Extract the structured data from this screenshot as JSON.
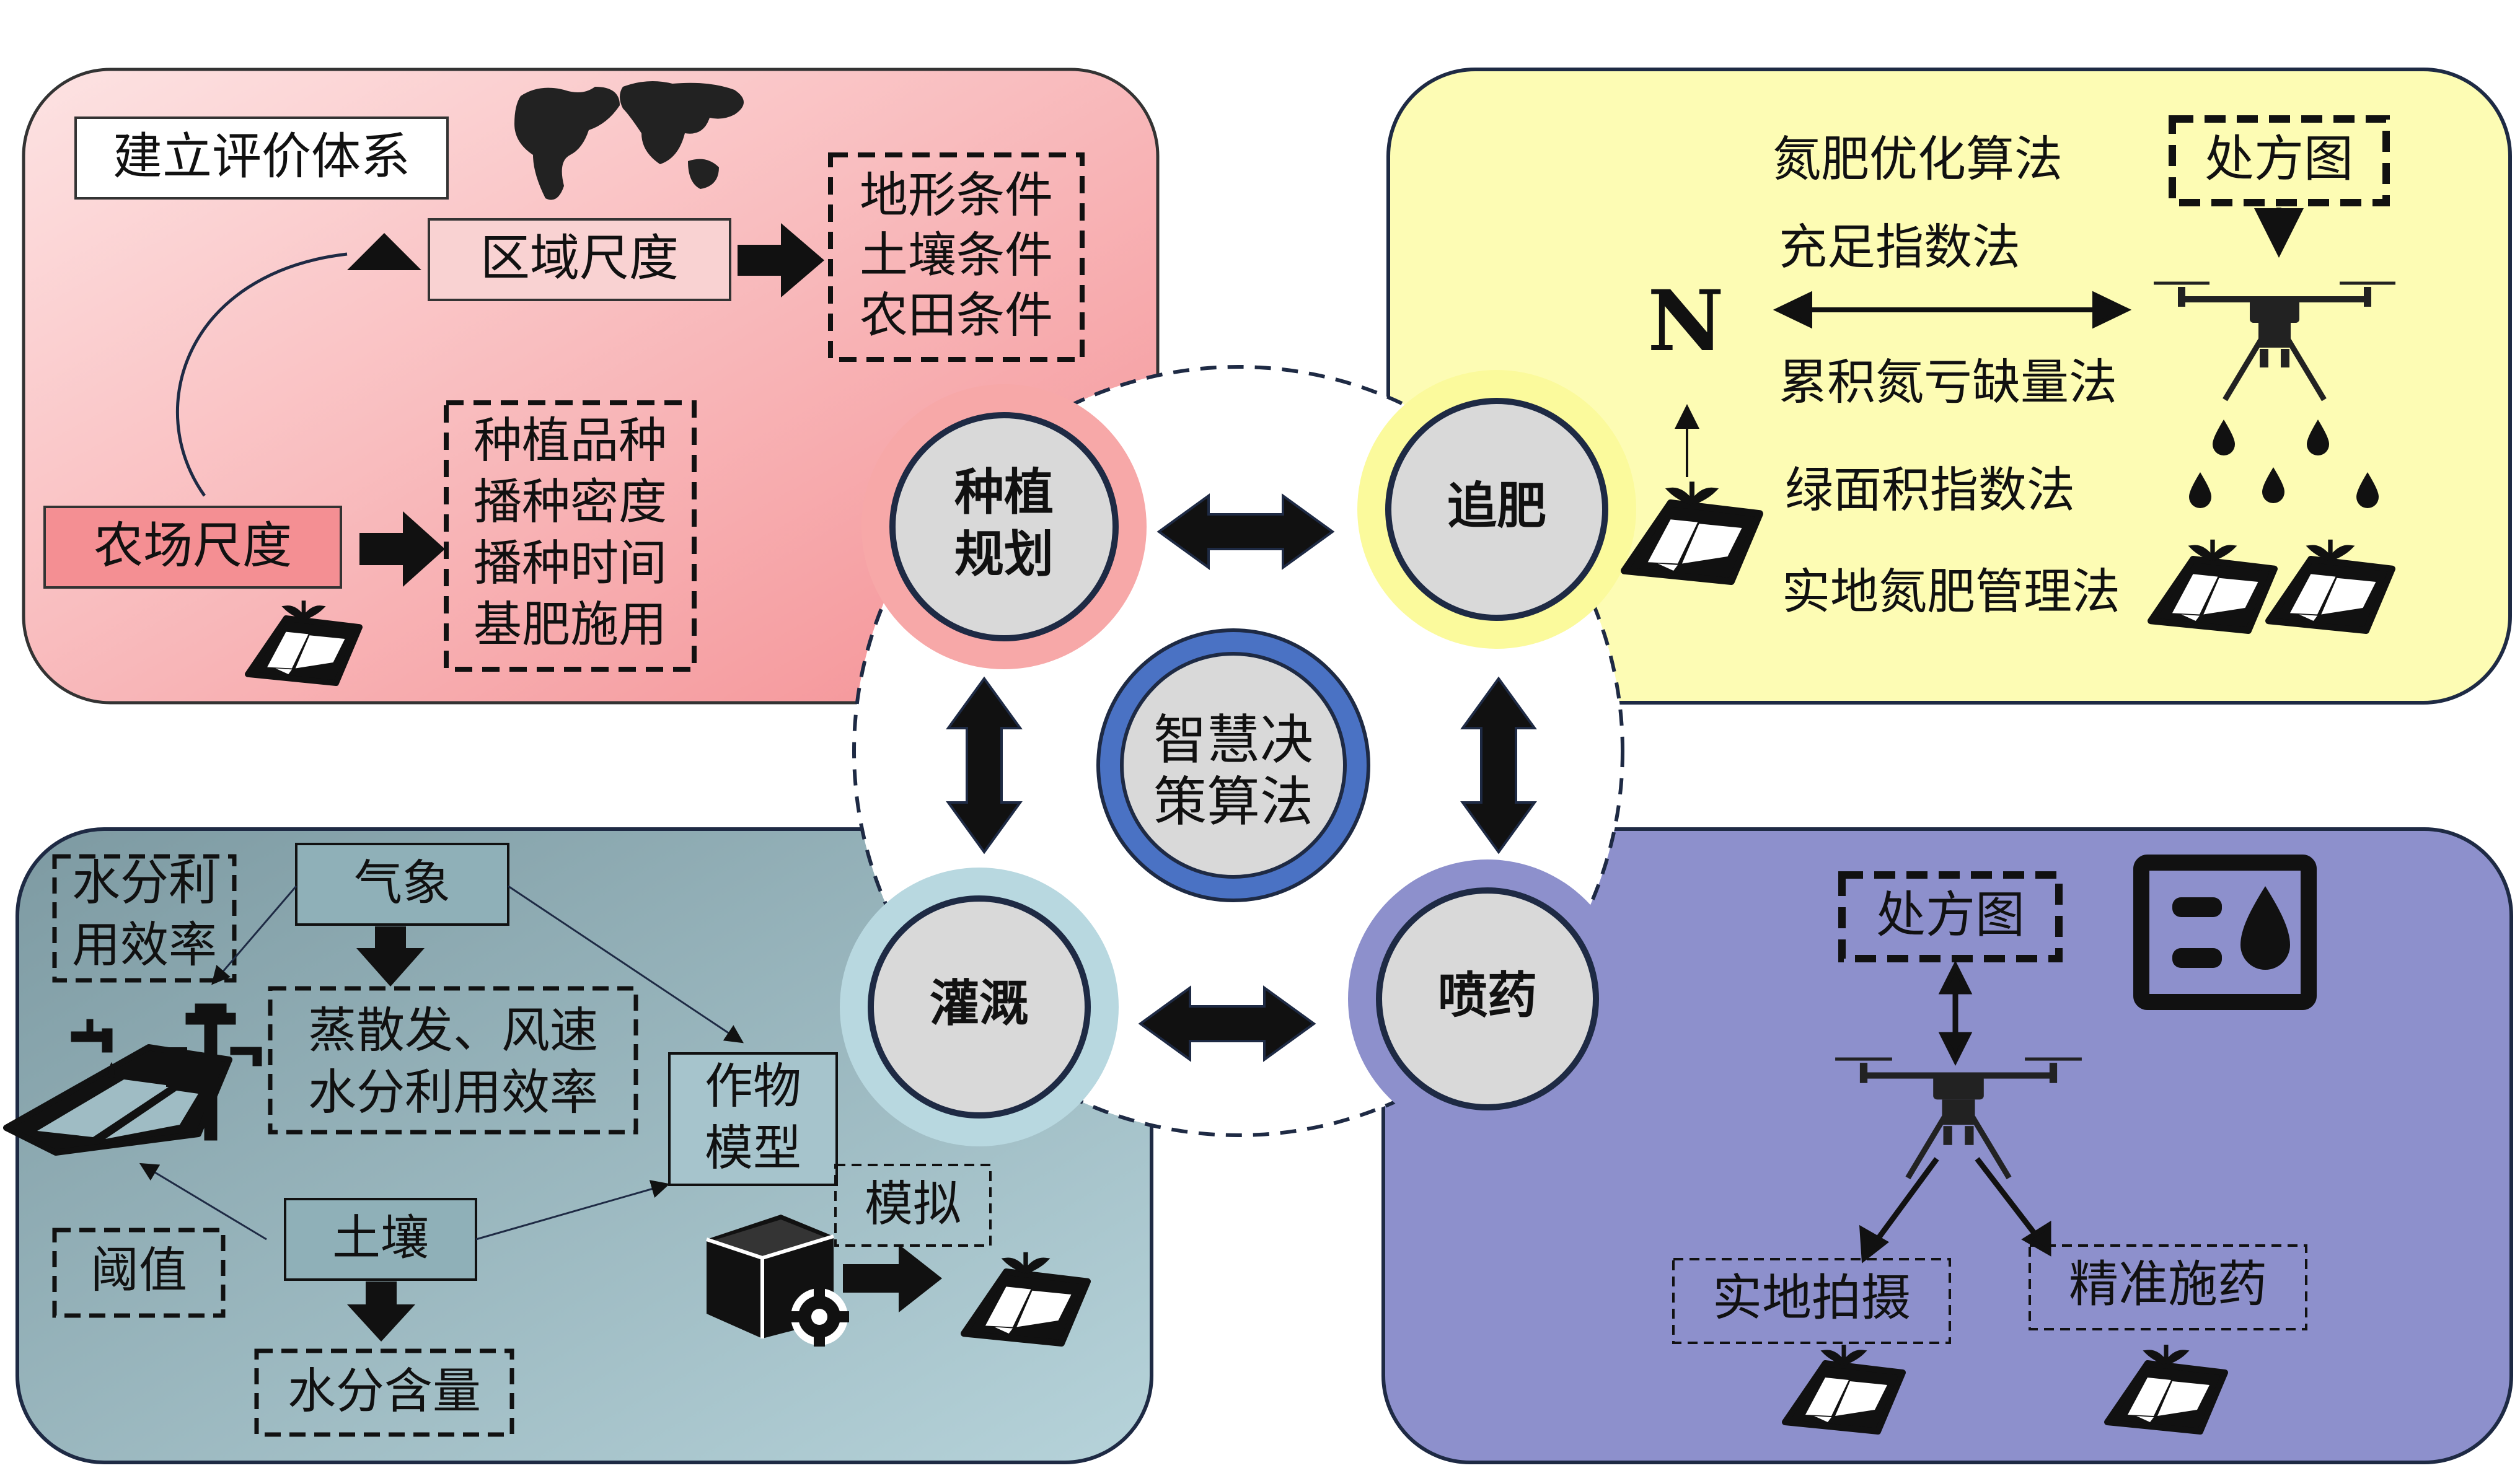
{
  "center": {
    "label_line1": "智慧决",
    "label_line2": "策算法"
  },
  "nodes": {
    "planting": {
      "line1": "种植",
      "line2": "规划"
    },
    "fertilize": {
      "line1": "追肥"
    },
    "irrigate": {
      "line1": "灌溉"
    },
    "spray": {
      "line1": "喷药"
    }
  },
  "planting_panel": {
    "eval_system": "建立评价体系",
    "region_scale": "区域尺度",
    "region_conditions": [
      "地形条件",
      "土壤条件",
      "农田条件"
    ],
    "farm_scale": "农场尺度",
    "farm_items": [
      "种植品种",
      "播种密度",
      "播种时间",
      "基肥施用"
    ]
  },
  "fertilize_panel": {
    "methods": [
      "氮肥优化算法",
      "充足指数法",
      "累积氮亏缺量法",
      "绿面积指数法",
      "实地氮肥管理法"
    ],
    "prescription_map": "处方图",
    "nitrogen_symbol": "N"
  },
  "irrigate_panel": {
    "water_use_eff": [
      "水分利",
      "用效率"
    ],
    "weather": "气象",
    "evap": [
      "蒸散发、风速",
      "水分利用效率"
    ],
    "crop_model": [
      "作物",
      "模型"
    ],
    "simulate": "模拟",
    "threshold": "阈值",
    "soil": "土壤",
    "water_content": "水分含量"
  },
  "spray_panel": {
    "prescription_map": "处方图",
    "field_photo": "实地拍摄",
    "precise_spray": "精准施药"
  },
  "colors": {
    "planting_bg": "#f7a8a8",
    "fertilize_bg": "#fdfcb4",
    "irrigate_bg": "#9fbcc4",
    "spray_bg": "#8d90cc",
    "center_ring": "#4a72c4",
    "node_fill": "#d9d9d9",
    "node_border": "#1e2a44"
  },
  "icons": [
    "world-map-icon",
    "farm-field-icon",
    "drone-icon",
    "water-drop-icon",
    "faucet-icon",
    "crop-model-cube-icon",
    "gear-icon",
    "water-sensor-icon"
  ]
}
